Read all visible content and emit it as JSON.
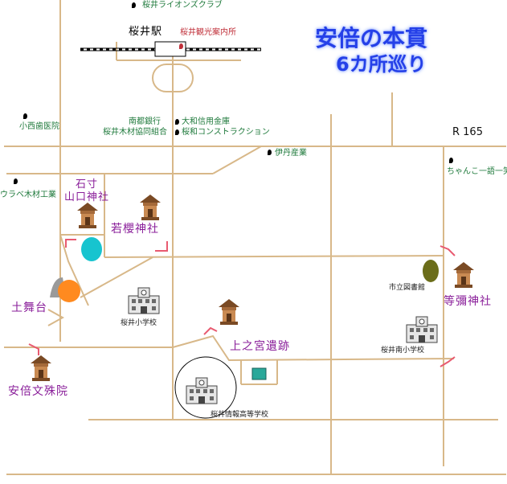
{
  "title": {
    "line1": "安倍の本貫",
    "line2": "6カ所巡り"
  },
  "station": {
    "label": "桜井駅",
    "tourist_office": "桜井観光案内所"
  },
  "route_label": "R 165",
  "shops": {
    "lions": "桜井ライオンズクラブ",
    "konishi": "小西歯医院",
    "nanto": "南都銀行",
    "mokuzai": "桜井木材協同組合",
    "yamato": "大和信用金庫",
    "sakuwa": "桜和コンストラクション",
    "itami": "伊丹産業",
    "urabe": "ウラベ木材工業",
    "chanko": "ちゃんこ一語一笑"
  },
  "sites": {
    "ishisun": "石寸\n山口神社",
    "wakazakura": "若櫻神社",
    "butai": "土舞台",
    "monju": "安倍文殊院",
    "uenomiya": "上之宮遺跡",
    "tomiyama": "等彌神社"
  },
  "facilities": {
    "library": "市立図書館",
    "elem": "桜井小学校",
    "minami": "桜井南小学校",
    "high": "桜井情報高等学校"
  },
  "colors": {
    "road": "#d8b889",
    "title": "#2540e8",
    "site_label": "#8a1f9a",
    "shop_label": "#1f7a3c",
    "pond": "#17c4cf",
    "library_tree": "#6b6d1a",
    "arrow": "#e85a70"
  }
}
